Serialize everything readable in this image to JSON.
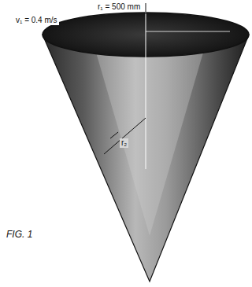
{
  "diagram": {
    "labels": [
      "r₁ = 500 mm",
      "v₁ = 0.4 m/s",
      "r₂",
      "FIG. 1"
    ]
  }
}
